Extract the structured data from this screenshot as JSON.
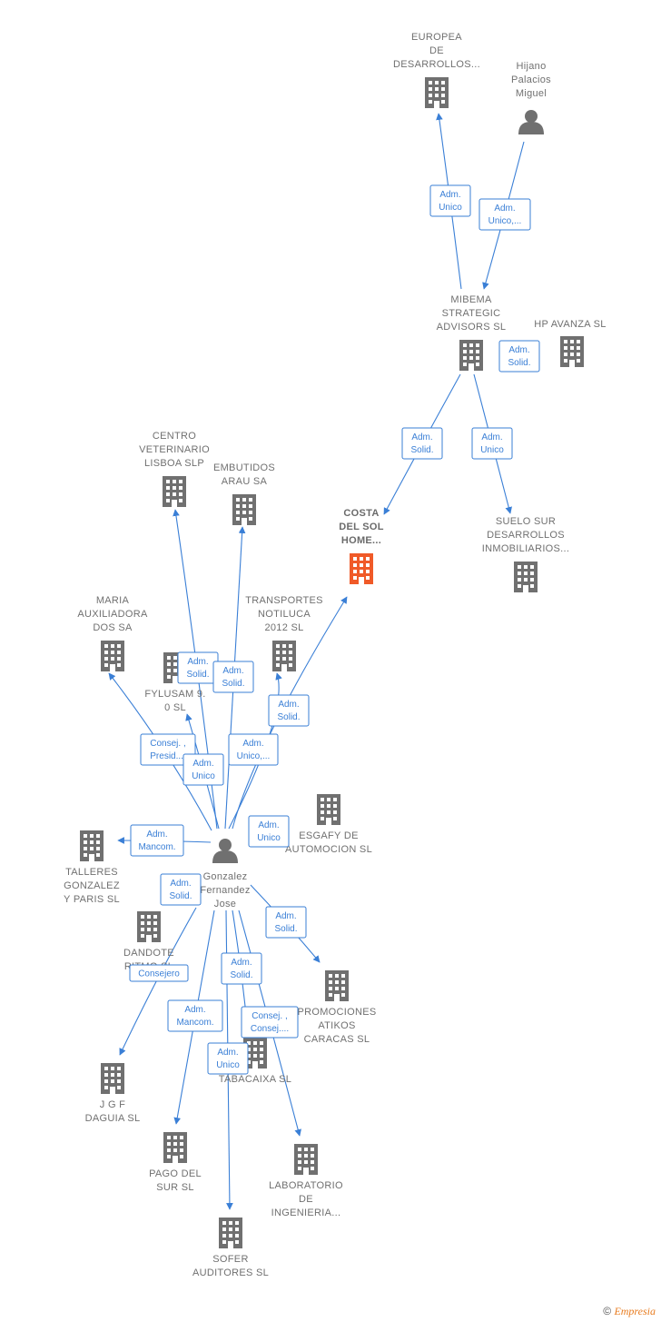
{
  "colors": {
    "edge": "#3a7fd6",
    "node": "#707070",
    "highlight": "#f05a28"
  },
  "nodes": [
    {
      "id": "europea",
      "kind": "company",
      "lines": [
        "EUROPEA",
        "DE",
        "DESARROLLOS..."
      ]
    },
    {
      "id": "hijano",
      "kind": "person",
      "lines": [
        "Hijano",
        "Palacios",
        "Miguel"
      ]
    },
    {
      "id": "mibema",
      "kind": "company",
      "lines": [
        "MIBEMA",
        "STRATEGIC",
        "ADVISORS  SL"
      ]
    },
    {
      "id": "hpavanza",
      "kind": "company",
      "lines": [
        "HP AVANZA  SL"
      ]
    },
    {
      "id": "costa",
      "kind": "company",
      "main": true,
      "lines": [
        "COSTA",
        "DEL SOL",
        "HOME..."
      ]
    },
    {
      "id": "suelo",
      "kind": "company",
      "lines": [
        "SUELO SUR",
        "DESARROLLOS",
        "INMOBILIARIOS..."
      ]
    },
    {
      "id": "centro",
      "kind": "company",
      "lines": [
        "CENTRO",
        "VETERINARIO",
        "LISBOA SLP"
      ]
    },
    {
      "id": "embutidos",
      "kind": "company",
      "lines": [
        "EMBUTIDOS",
        "ARAU SA"
      ]
    },
    {
      "id": "maria",
      "kind": "company",
      "lines": [
        "MARIA",
        "AUXILIADORA",
        "DOS SA"
      ]
    },
    {
      "id": "transportes",
      "kind": "company",
      "lines": [
        "TRANSPORTES",
        "NOTILUCA",
        "2012  SL"
      ]
    },
    {
      "id": "fylusam",
      "kind": "company",
      "lines": [
        "FYLUSAM 9.",
        "0  SL"
      ]
    },
    {
      "id": "esgafy",
      "kind": "company",
      "lines": [
        "ESGAFY DE",
        "AUTOMOCION SL"
      ]
    },
    {
      "id": "gonzalez",
      "kind": "person",
      "lines": [
        "Gonzalez",
        "Fernandez",
        "Jose"
      ]
    },
    {
      "id": "talleres",
      "kind": "company",
      "lines": [
        "TALLERES",
        "GONZALEZ",
        "Y PARIS SL"
      ]
    },
    {
      "id": "dandote",
      "kind": "company",
      "lines": [
        "DANDOTE",
        "RITMO SL"
      ]
    },
    {
      "id": "promociones",
      "kind": "company",
      "lines": [
        "PROMOCIONES",
        "ATIKOS",
        "CARACAS SL"
      ]
    },
    {
      "id": "tabacaixa",
      "kind": "company",
      "lines": [
        "TABACAIXA  SL"
      ]
    },
    {
      "id": "jgf",
      "kind": "company",
      "lines": [
        "J G F",
        "DAGUIA  SL"
      ]
    },
    {
      "id": "pago",
      "kind": "company",
      "lines": [
        "PAGO DEL",
        "SUR  SL"
      ]
    },
    {
      "id": "laboratorio",
      "kind": "company",
      "lines": [
        "LABORATORIO",
        "DE",
        "INGENIERIA..."
      ]
    },
    {
      "id": "sofer",
      "kind": "company",
      "lines": [
        "SOFER",
        "AUDITORES SL"
      ]
    }
  ],
  "edges": [
    {
      "from": "mibema",
      "to": "europea",
      "lines": [
        "Adm.",
        "Unico"
      ]
    },
    {
      "from": "hijano",
      "to": "mibema",
      "lines": [
        "Adm.",
        "Unico,..."
      ]
    },
    {
      "from": "mibema",
      "to": "hpavanza",
      "lines": [
        "Adm.",
        "Solid."
      ]
    },
    {
      "from": "mibema",
      "to": "costa",
      "lines": [
        "Adm.",
        "Solid."
      ]
    },
    {
      "from": "mibema",
      "to": "suelo",
      "lines": [
        "Adm.",
        "Unico"
      ]
    },
    {
      "from": "gonzalez",
      "to": "centro",
      "lines": [
        "Adm.",
        "Solid."
      ]
    },
    {
      "from": "gonzalez",
      "to": "embutidos",
      "lines": [
        "Adm.",
        "Solid."
      ]
    },
    {
      "from": "gonzalez",
      "to": "transportes",
      "lines": [
        "Adm.",
        "Solid."
      ]
    },
    {
      "from": "gonzalez",
      "to": "maria",
      "lines": [
        "Consej. ,",
        "Presid...."
      ]
    },
    {
      "from": "gonzalez",
      "to": "fylusam",
      "lines": [
        "Adm.",
        "Unico"
      ]
    },
    {
      "from": "gonzalez",
      "to": "costa",
      "lines": [
        "Adm.",
        "Unico,..."
      ]
    },
    {
      "from": "gonzalez",
      "to": "esgafy",
      "lines": [
        "Adm.",
        "Unico"
      ]
    },
    {
      "from": "gonzalez",
      "to": "talleres",
      "lines": [
        "Adm.",
        "Mancom."
      ]
    },
    {
      "from": "gonzalez",
      "to": "dandote",
      "lines": [
        "Adm.",
        "Solid."
      ]
    },
    {
      "from": "gonzalez",
      "to": "promociones",
      "lines": [
        "Adm.",
        "Solid."
      ]
    },
    {
      "from": "gonzalez",
      "to": "jgf",
      "lines": [
        "Consejero"
      ]
    },
    {
      "from": "gonzalez",
      "to": "tabacaixa",
      "lines": [
        "Adm.",
        "Solid."
      ]
    },
    {
      "from": "gonzalez",
      "to": "laboratorio",
      "lines": [
        "Consej. ,",
        "Consej...."
      ]
    },
    {
      "from": "gonzalez",
      "to": "pago",
      "lines": [
        "Adm.",
        "Mancom."
      ]
    },
    {
      "from": "gonzalez",
      "to": "sofer",
      "lines": [
        "Adm.",
        "Unico"
      ]
    }
  ],
  "footer": {
    "copyright": "©",
    "brand": "Empresia"
  }
}
